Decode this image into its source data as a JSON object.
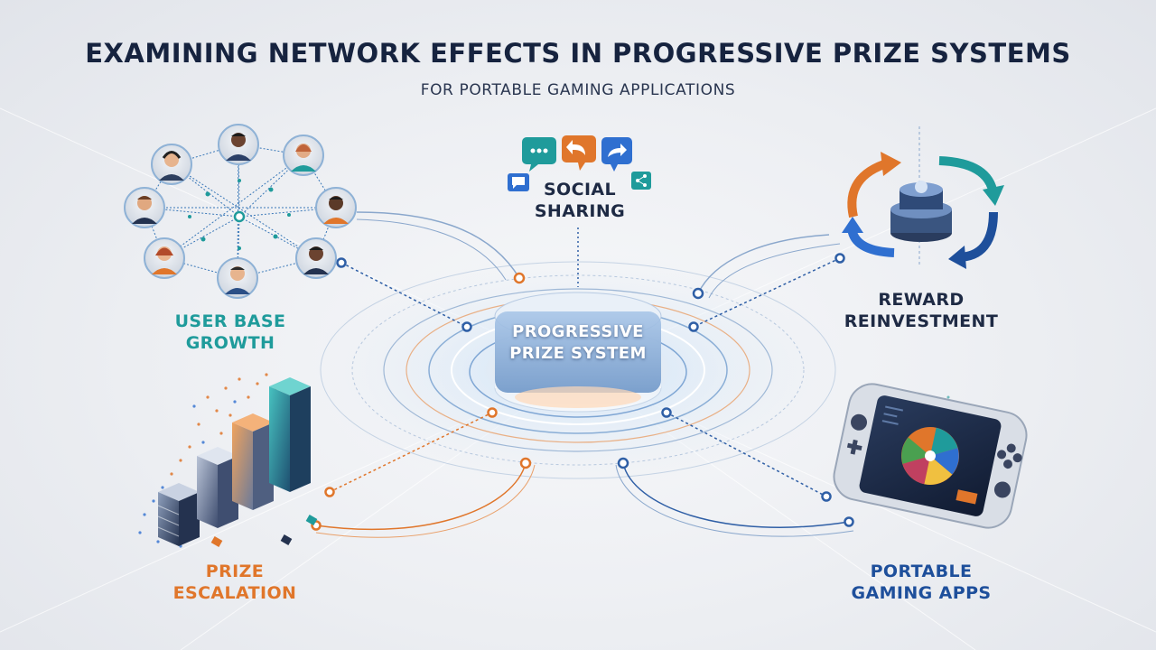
{
  "title": "EXAMINING NETWORK EFFECTS IN PROGRESSIVE PRIZE SYSTEMS",
  "subtitle": "FOR PORTABLE GAMING APPLICATIONS",
  "center": {
    "line1": "PROGRESSIVE",
    "line2": "PRIZE SYSTEM"
  },
  "nodes": {
    "user_base_growth": {
      "line1": "USER BASE",
      "line2": "GROWTH",
      "color": "#1f9b9b"
    },
    "social_sharing": {
      "line1": "SOCIAL",
      "line2": "SHARING",
      "color": "#1e2a44"
    },
    "reward_reinvestment": {
      "line1": "REWARD",
      "line2": "REINVESTMENT",
      "color": "#1e2a44"
    },
    "prize_escalation": {
      "line1": "PRIZE",
      "line2": "ESCALATION",
      "color": "#e0762b"
    },
    "portable_gaming_apps": {
      "line1": "PORTABLE",
      "line2": "GAMING APPS",
      "color": "#1e4f9b"
    }
  },
  "colors": {
    "teal": "#1f9b9b",
    "orange": "#e0762b",
    "blue": "#1e4f9b",
    "navy": "#16233f"
  }
}
